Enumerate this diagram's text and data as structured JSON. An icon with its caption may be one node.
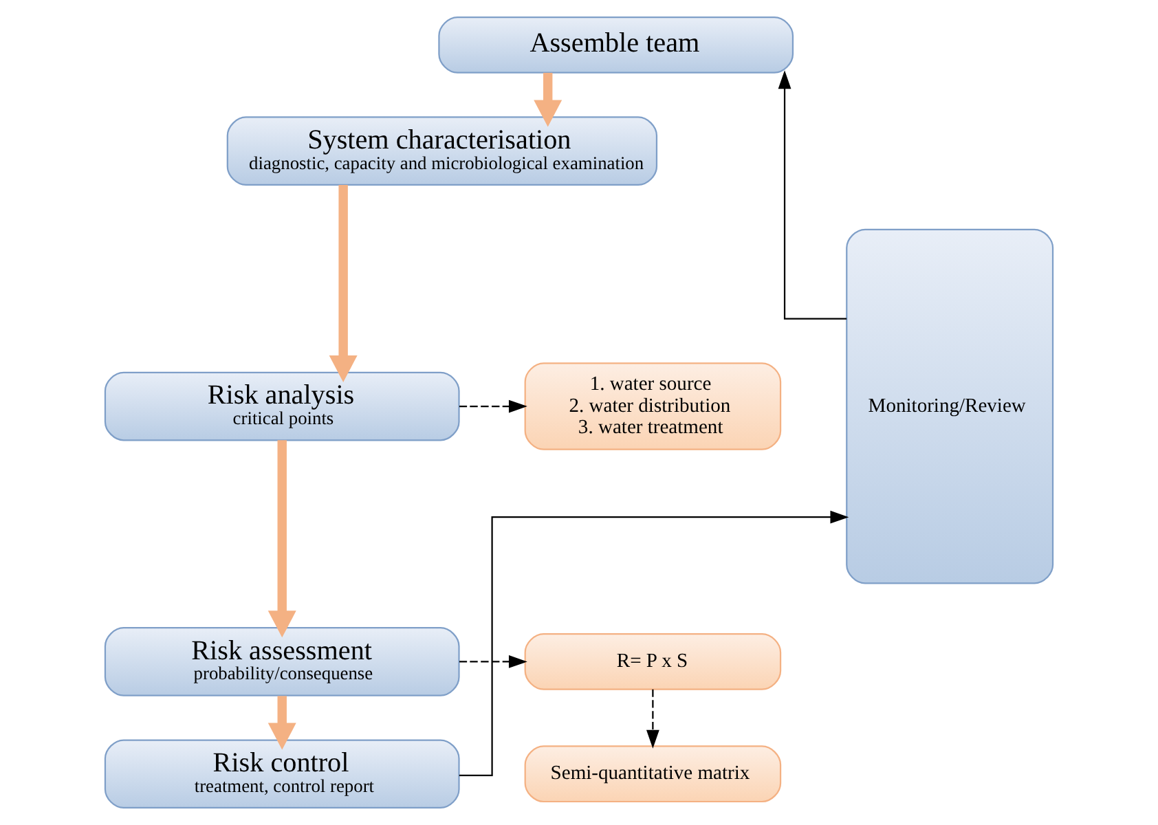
{
  "diagram": {
    "nodes": [
      {
        "text": [
          "Assemble team"
        ]
      },
      {
        "text": [
          "System characterisation",
          "diagnostic, capacity and microbiological examination"
        ]
      },
      {
        "text": [
          "Risk analysis",
          "critical points"
        ]
      },
      {
        "text": [
          "Risk assessment",
          "probability/consequense"
        ]
      },
      {
        "text": [
          "Risk control",
          "treatment, control report"
        ]
      },
      {
        "text": [
          "Monitoring/Review"
        ]
      },
      {
        "text": [
          "1. water source",
          "2. water distribution",
          "3. water treatment"
        ]
      },
      {
        "text": [
          "R= P x S"
        ]
      },
      {
        "text": [
          "Semi-quantitative matrix"
        ]
      }
    ],
    "edges": [
      {
        "from": 0,
        "to": 1,
        "arrow": "to",
        "style": "thick",
        "color": "#f4b183"
      },
      {
        "from": 1,
        "to": 2,
        "arrow": "to",
        "style": "thick",
        "color": "#f4b183"
      },
      {
        "from": 2,
        "to": 3,
        "arrow": "to",
        "style": "thick",
        "color": "#f4b183"
      },
      {
        "from": 3,
        "to": 4,
        "arrow": "to",
        "style": "thick",
        "color": "#f4b183"
      },
      {
        "from": 4,
        "to": 5,
        "arrow": "to"
      },
      {
        "from": 5,
        "to": 0,
        "arrow": "to"
      },
      {
        "from": 2,
        "to": 6,
        "arrow": "to",
        "style": "dashed"
      },
      {
        "from": 3,
        "to": 7,
        "arrow": "to",
        "style": "dashed"
      },
      {
        "from": 7,
        "to": 8,
        "arrow": "to",
        "style": "dashed"
      }
    ]
  }
}
